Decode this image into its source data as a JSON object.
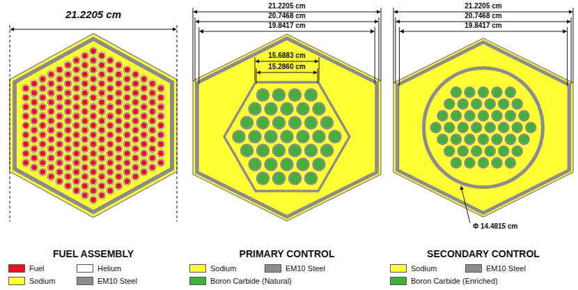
{
  "diagram": {
    "labels": [
      "21.2205 cm",
      "21.2205 cm",
      "20.7468 cm",
      "19.8417 cm",
      "15.6883 cm",
      "15.2860 cm",
      "21.2205 cm",
      "20.7468 cm",
      "19.8417 cm",
      "Φ 14.4815 cm",
      "FUEL ASSEMBLY",
      "PRIMARY CONTROL",
      "SECONDARY CONTROL"
    ],
    "legend": [
      {
        "text": "Fuel",
        "color": "#e8101a"
      },
      {
        "text": "Helium",
        "color": "#ffffff"
      },
      {
        "text": "Sodium",
        "color": "#ffff33"
      },
      {
        "text": "EM10 Steel",
        "color": "#8c8c8c"
      },
      {
        "text": "Sodium",
        "color": "#ffff33"
      },
      {
        "text": "EM10 Steel",
        "color": "#8c8c8c"
      },
      {
        "text": "Boron Carbide (Natural)",
        "color": "#44b03c"
      },
      {
        "text": "Sodium",
        "color": "#ffff33"
      },
      {
        "text": "EM10 Steel",
        "color": "#8c8c8c"
      },
      {
        "text": "Boron Carbide (Enriched)",
        "color": "#44b03c"
      }
    ]
  }
}
